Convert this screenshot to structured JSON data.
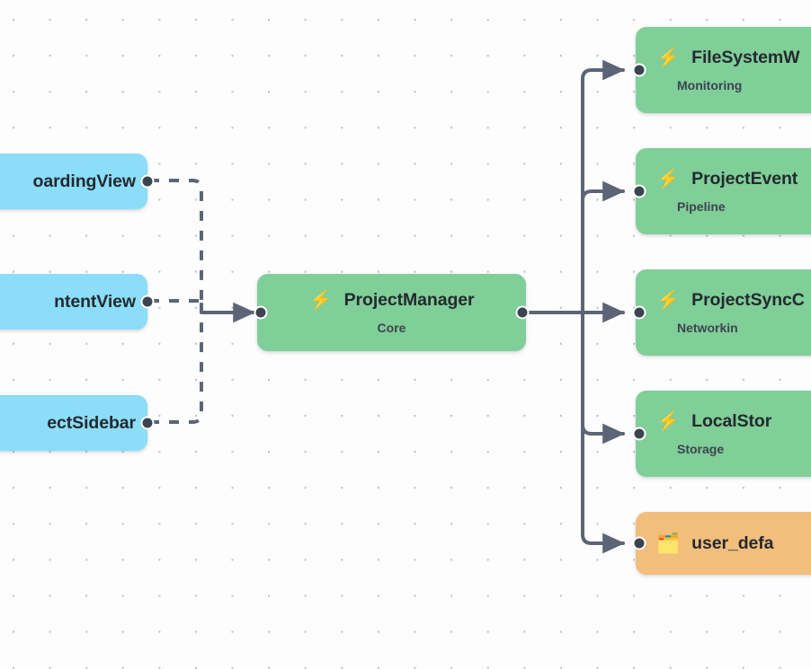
{
  "app": {
    "view": "dependency-graph-canvas",
    "background_color": "#fdfdfd",
    "grid_dot_color": "#b9bcc2"
  },
  "palette": {
    "blue": "#8bddf8",
    "green": "#80ce98",
    "orange": "#f2be7c",
    "port": "#3c4450",
    "edge": "#5c6575",
    "title_text": "#24292f",
    "subtitle_text": "#3c4450"
  },
  "nodes": {
    "center": {
      "id": "project-manager",
      "title": "ProjectManager",
      "subtitle": "Core",
      "icon": "lightning-bolt-icon",
      "icon_glyph": "⚡",
      "color": "#80ce98"
    },
    "left": [
      {
        "id": "onboarding-view",
        "title": "oardingView",
        "icon": "",
        "icon_glyph": "",
        "color": "#8bddf8",
        "clipped": "left"
      },
      {
        "id": "content-view",
        "title": "ntentView",
        "icon": "",
        "icon_glyph": "",
        "color": "#8bddf8",
        "clipped": "left"
      },
      {
        "id": "project-sidebar",
        "title": "ectSidebar",
        "icon": "",
        "icon_glyph": "",
        "color": "#8bddf8",
        "clipped": "left"
      }
    ],
    "right": [
      {
        "id": "filesystem-watcher",
        "title": "FileSystemW",
        "subtitle": "Monitoring",
        "icon": "lightning-bolt-icon",
        "icon_glyph": "⚡",
        "color": "#80ce98",
        "clipped": "right"
      },
      {
        "id": "project-event",
        "title": "ProjectEvent",
        "subtitle": "Pipeline",
        "icon": "lightning-bolt-icon",
        "icon_glyph": "⚡",
        "color": "#80ce98",
        "clipped": "right"
      },
      {
        "id": "project-sync-coordinator",
        "title": "ProjectSyncC",
        "subtitle": "Networkin",
        "icon": "lightning-bolt-icon",
        "icon_glyph": "⚡",
        "color": "#80ce98",
        "clipped": "right"
      },
      {
        "id": "local-storage",
        "title": "LocalStor",
        "subtitle": "Storage",
        "icon": "lightning-bolt-icon",
        "icon_glyph": "⚡",
        "color": "#80ce98",
        "clipped": "right"
      },
      {
        "id": "user-defaults",
        "title": "user_defa",
        "subtitle": "",
        "icon": "card-index-dividers-icon",
        "icon_glyph": "🗂️",
        "color": "#f2be7c",
        "clipped": "right"
      }
    ]
  },
  "edges": {
    "incoming_style": "dashed",
    "outgoing_style": "solid",
    "color": "#5c6575",
    "arrowhead": "triangle"
  }
}
